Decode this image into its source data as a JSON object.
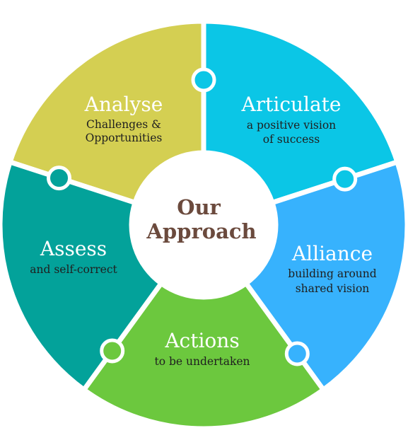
{
  "center": {
    "line1": "Our",
    "line2": "Approach"
  },
  "segments": [
    {
      "title": "Analyse",
      "line1": "Challenges &",
      "line2": "Opportunities",
      "color": "#d4cf52"
    },
    {
      "title": "Articulate",
      "line1": "a positive vision",
      "line2": "of success",
      "color": "#0bc6e6"
    },
    {
      "title": "Alliance",
      "line1": "building around",
      "line2": "shared vision",
      "color": "#37b2fd"
    },
    {
      "title": "Actions",
      "line1": "to be undertaken",
      "color": "#6cc83e"
    },
    {
      "title": "Assess",
      "line1": "and self-correct",
      "color": "#03a29a"
    }
  ]
}
